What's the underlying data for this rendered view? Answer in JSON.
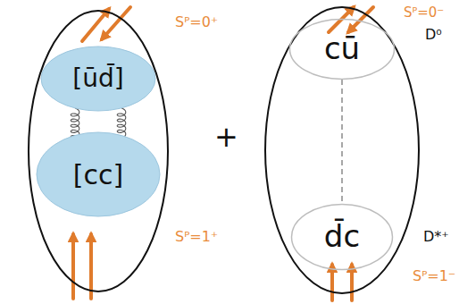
{
  "diagram": {
    "nodes": [
      {
        "text": []
      },
      {
        "text": [
          "[ūd̄]"
        ],
        "in": 0
      },
      {
        "text": [
          "[cc]"
        ],
        "in": 0
      },
      {
        "text": []
      },
      {
        "text": [
          "cū"
        ],
        "in": 3
      },
      {
        "text": [
          "d̄c"
        ],
        "in": 3
      }
    ],
    "edges": [
      {
        "from": 1,
        "to": 2,
        "arrow": "none"
      },
      {
        "from": 1,
        "to": 2,
        "arrow": "none"
      },
      {
        "from": 4,
        "to": 5,
        "arrow": "none"
      }
    ],
    "labels": [
      "Sᴾ=0⁺",
      "Sᴾ=1⁺",
      "+",
      "Sᴾ=0⁻",
      "D⁰",
      "D*⁺",
      "Sᴾ=1⁻"
    ]
  }
}
